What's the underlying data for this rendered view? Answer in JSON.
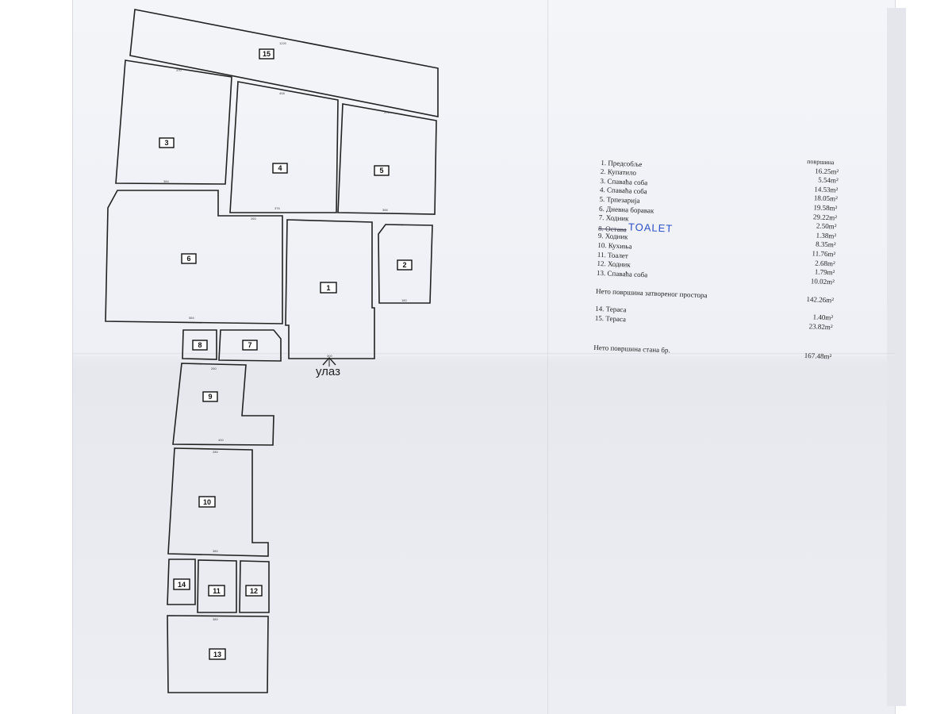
{
  "plan": {
    "entrance_label": "улаз",
    "room_tags": [
      "1",
      "2",
      "3",
      "4",
      "5",
      "6",
      "7",
      "8",
      "9",
      "10",
      "11",
      "12",
      "13",
      "14",
      "15"
    ]
  },
  "legend": {
    "header": "површина",
    "rooms": [
      {
        "name": "1. Предсобље",
        "area": "16.25m²"
      },
      {
        "name": "2. Купатило",
        "area": "5.54m²"
      },
      {
        "name": "3. Спаваћа соба",
        "area": "14.53m²"
      },
      {
        "name": "4. Спаваћа соба",
        "area": "18.05m²"
      },
      {
        "name": "5. Трпезарија",
        "area": "19.58m²"
      },
      {
        "name": "6. Дневна боравак",
        "area": "29.22m²"
      },
      {
        "name": "7. Ходник",
        "area": "2.50m²"
      },
      {
        "name": "8. Остава",
        "area": "1.38m²",
        "note": "TOALET"
      },
      {
        "name": "9. Ходник",
        "area": "8.35m²"
      },
      {
        "name": "10. Кухиња",
        "area": "11.76m²"
      },
      {
        "name": "11. Тоалет",
        "area": "2.68m²"
      },
      {
        "name": "12. Ходник",
        "area": "1.79m²"
      },
      {
        "name": "13. Спаваћа соба",
        "area": "10.02m²"
      }
    ],
    "net_closed_label": "Нето површина затвореног простора",
    "net_closed_value": "142.26m²",
    "terraces": [
      {
        "name": "14. Тераса",
        "area": "1.40m²"
      },
      {
        "name": "15. Тераса",
        "area": "23.82m²"
      }
    ],
    "net_total_label": "Нето површина стана бр.",
    "net_total_value": "167.48m²"
  }
}
